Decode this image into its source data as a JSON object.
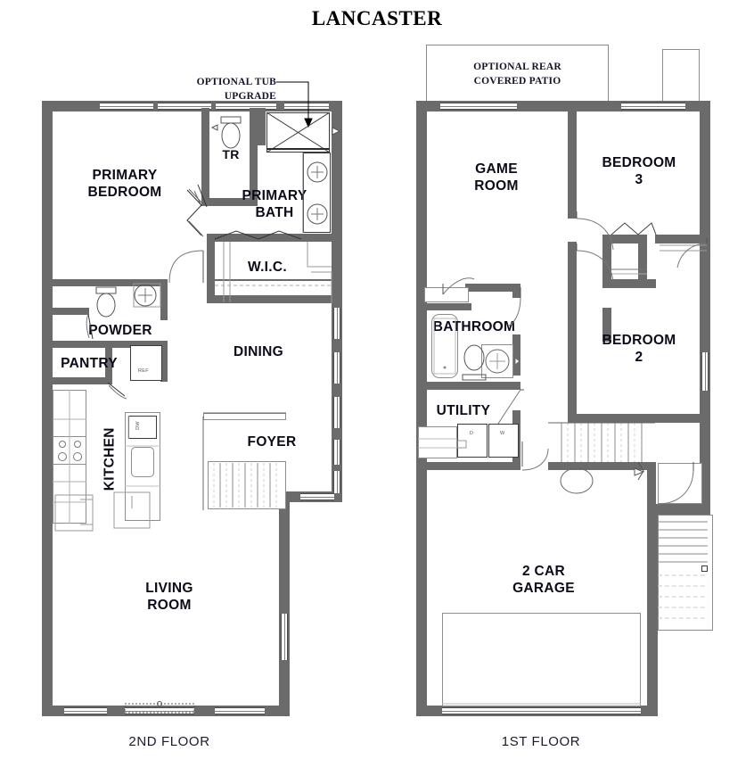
{
  "title": "LANCASTER",
  "floors": [
    {
      "id": "second",
      "caption": "2ND FLOOR",
      "annotation": "OPTIONAL TUB UPGRADE",
      "rooms": [
        {
          "key": "primary_bedroom",
          "label": "PRIMARY\nBEDROOM"
        },
        {
          "key": "toilet_room",
          "label": "TR"
        },
        {
          "key": "primary_bath",
          "label": "PRIMARY\nBATH"
        },
        {
          "key": "wic",
          "label": "W.I.C."
        },
        {
          "key": "powder",
          "label": "POWDER"
        },
        {
          "key": "pantry",
          "label": "PANTRY"
        },
        {
          "key": "dining",
          "label": "DINING"
        },
        {
          "key": "kitchen",
          "label": "KITCHEN"
        },
        {
          "key": "foyer",
          "label": "FOYER"
        },
        {
          "key": "living_room",
          "label": "LIVING\nROOM"
        }
      ],
      "appliances": [
        {
          "key": "refrigerator",
          "label": "REF"
        },
        {
          "key": "dishwasher",
          "label": "DW"
        }
      ]
    },
    {
      "id": "first",
      "caption": "1ST FLOOR",
      "annotation": "OPTIONAL REAR\nCOVERED PATIO",
      "rooms": [
        {
          "key": "game_room",
          "label": "GAME\nROOM"
        },
        {
          "key": "bedroom_3",
          "label": "BEDROOM\n3"
        },
        {
          "key": "bedroom_2",
          "label": "BEDROOM\n2"
        },
        {
          "key": "bathroom",
          "label": "BATHROOM"
        },
        {
          "key": "utility",
          "label": "UTILITY"
        },
        {
          "key": "garage",
          "label": "2 CAR\nGARAGE"
        }
      ],
      "appliances": [
        {
          "key": "dryer",
          "label": "D"
        },
        {
          "key": "washer",
          "label": "W"
        }
      ]
    }
  ],
  "colors": {
    "wall": "#6b6b6b",
    "line": "#2a2a2a",
    "text": "#0b0b1a",
    "background": "#ffffff"
  }
}
